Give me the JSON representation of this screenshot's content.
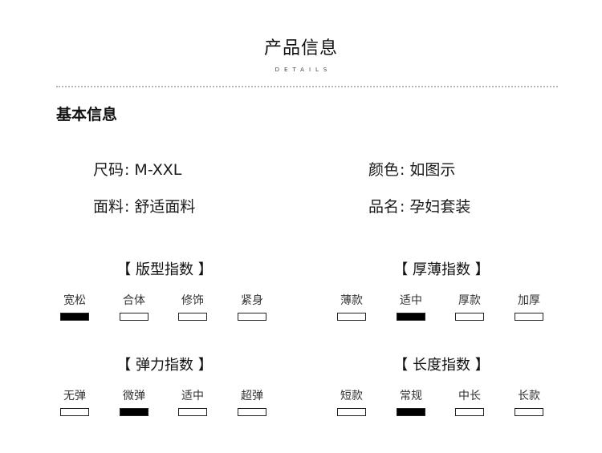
{
  "header": {
    "title": "产品信息",
    "subtitle": "DETAILS"
  },
  "section": {
    "title": "基本信息"
  },
  "info": {
    "size": {
      "label": "尺码",
      "value": "M-XXL"
    },
    "color": {
      "label": "颜色",
      "value": "如图示"
    },
    "fabric": {
      "label": "面料",
      "value": "舒适面料"
    },
    "name": {
      "label": "品名",
      "value": "孕妇套装"
    }
  },
  "indices": {
    "fit": {
      "title": "【 版型指数 】",
      "options": [
        "宽松",
        "合体",
        "修饰",
        "紧身"
      ],
      "selected": 0
    },
    "thickness": {
      "title": "【 厚薄指数 】",
      "options": [
        "薄款",
        "适中",
        "厚款",
        "加厚"
      ],
      "selected": 1
    },
    "elasticity": {
      "title": "【 弹力指数 】",
      "options": [
        "无弹",
        "微弹",
        "适中",
        "超弹"
      ],
      "selected": 1
    },
    "length": {
      "title": "【 长度指数 】",
      "options": [
        "短款",
        "常规",
        "中长",
        "长款"
      ],
      "selected": 1
    }
  }
}
